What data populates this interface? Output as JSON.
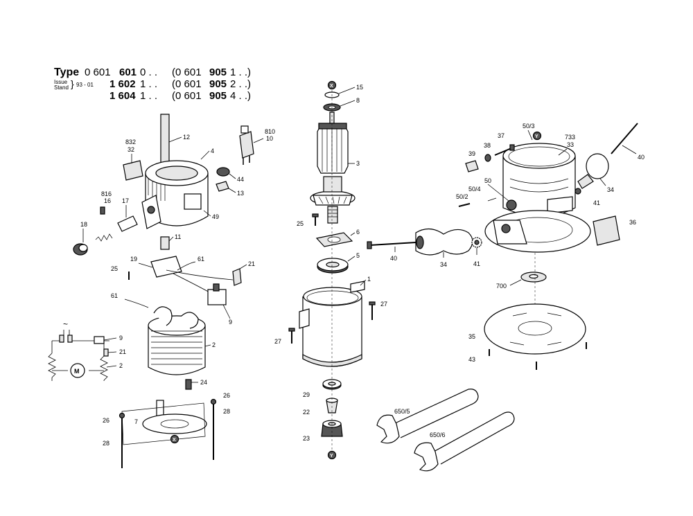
{
  "header": {
    "type_label": "Type",
    "rows": [
      {
        "prefix": "0 601 ",
        "code": "601",
        "suffix": " 0 . .",
        "alt_prefix": "(0 601 ",
        "alt_code": "905",
        "alt_suffix": " 1 . .)"
      },
      {
        "prefix": "",
        "code": "1 602",
        "suffix": " 1 . .",
        "alt_prefix": "(0 601 ",
        "alt_code": "905",
        "alt_suffix": " 2 . .)"
      },
      {
        "prefix": "",
        "code": "1 604",
        "suffix": " 1 . .",
        "alt_prefix": "(0 601 ",
        "alt_code": "905",
        "alt_suffix": " 4 . .)"
      }
    ],
    "issue_word": "Issue",
    "stand_word": "Stand",
    "issue_date": "93 - 01"
  },
  "labels": {
    "l15": "15",
    "l8": "8",
    "lX1": "X",
    "l3": "3",
    "l25a": "25",
    "l6": "6",
    "l5": "5",
    "l1": "1",
    "l27a": "27",
    "l27b": "27",
    "l29": "29",
    "l22": "22",
    "l23": "23",
    "lY1": "Y",
    "l12": "12",
    "l4": "4",
    "l832": "832",
    "l32": "32",
    "l810": "810",
    "l10": "10",
    "l44": "44",
    "l13": "13",
    "l816": "816",
    "l16": "16",
    "l17": "17",
    "l49": "49",
    "l18": "18",
    "l11": "11",
    "l19": "19",
    "l61a": "61",
    "l21a": "21",
    "l25b": "25",
    "l61b": "61",
    "l9a": "9",
    "l2a": "2",
    "l9b": "9",
    "l21b": "21",
    "l2b": "2",
    "l24": "24",
    "l26a": "26",
    "l26b": "26",
    "l7": "7",
    "l28a": "28",
    "l28b": "28",
    "lX2": "X",
    "lM": "M",
    "ltilde": "~",
    "l50_3": "50/3",
    "l733": "733",
    "l33": "33",
    "lY2": "Y",
    "l37": "37",
    "l38": "38",
    "l39": "39",
    "l50": "50",
    "l50_4": "50/4",
    "l50_2": "50/2",
    "l40a": "40",
    "l34a": "34",
    "l41a": "41",
    "l36": "36",
    "l40b": "40",
    "l34b": "34",
    "l41b": "41",
    "l700": "700",
    "l35": "35",
    "l43": "43",
    "l650_5": "650/5",
    "l650_6": "650/6"
  }
}
